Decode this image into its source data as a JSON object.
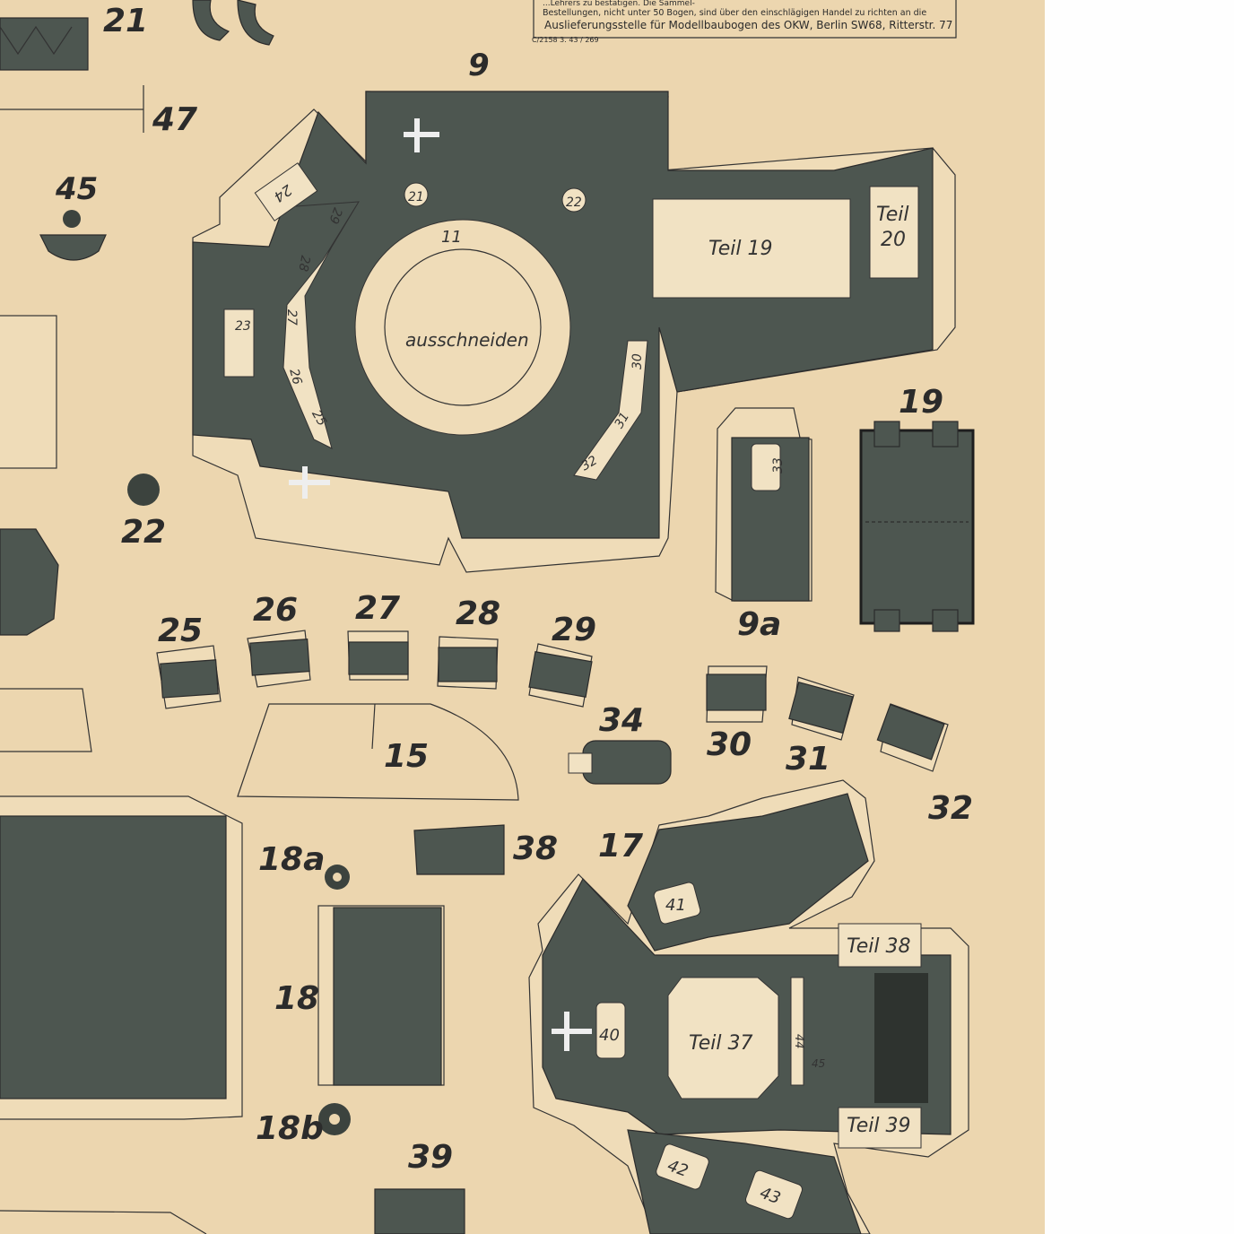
{
  "header": {
    "line1": "Bestellungen, nicht unter 50 Bogen, sind über den einschlägigen Handel zu richten an die",
    "line0": "...Lehrers zu bestätigen. Die Sammel-",
    "line2": "Auslieferungsstelle für Modellbaubogen des OKW, Berlin SW68, Ritterstr. 77",
    "code": "C/2158  3. 43 / 269"
  },
  "parts": {
    "p21": "21",
    "p47": "47",
    "p45": "45",
    "p9": "9",
    "p22": "22",
    "p25": "25",
    "p26": "26",
    "p27": "27",
    "p28": "28",
    "p29": "29",
    "p9a": "9a",
    "p19": "19",
    "p15": "15",
    "p34": "34",
    "p30": "30",
    "p31": "31",
    "p32": "32",
    "p18a": "18a",
    "p38": "38",
    "p17": "17",
    "p18": "18",
    "p18b": "18b",
    "p39": "39"
  },
  "inner_labels": {
    "teil19": "Teil 19",
    "teil20_a": "Teil",
    "teil20_b": "20",
    "cut": "ausschneiden",
    "n11": "11",
    "n21": "21",
    "n22": "22",
    "n24": "24",
    "n23": "23",
    "n29": "29",
    "n28": "28",
    "n27": "27",
    "n26": "26",
    "n25": "25",
    "n30": "30",
    "n31": "31",
    "n32": "32",
    "n33": "33",
    "n41": "41",
    "teil38": "Teil 38",
    "n40": "40",
    "teil37": "Teil 37",
    "n44": "44",
    "n45": "45",
    "teil39": "Teil 39",
    "n42": "42",
    "n43": "43"
  },
  "colors": {
    "paper": "#ecd6af",
    "print": "#4d5650",
    "background": "#fefefe"
  }
}
